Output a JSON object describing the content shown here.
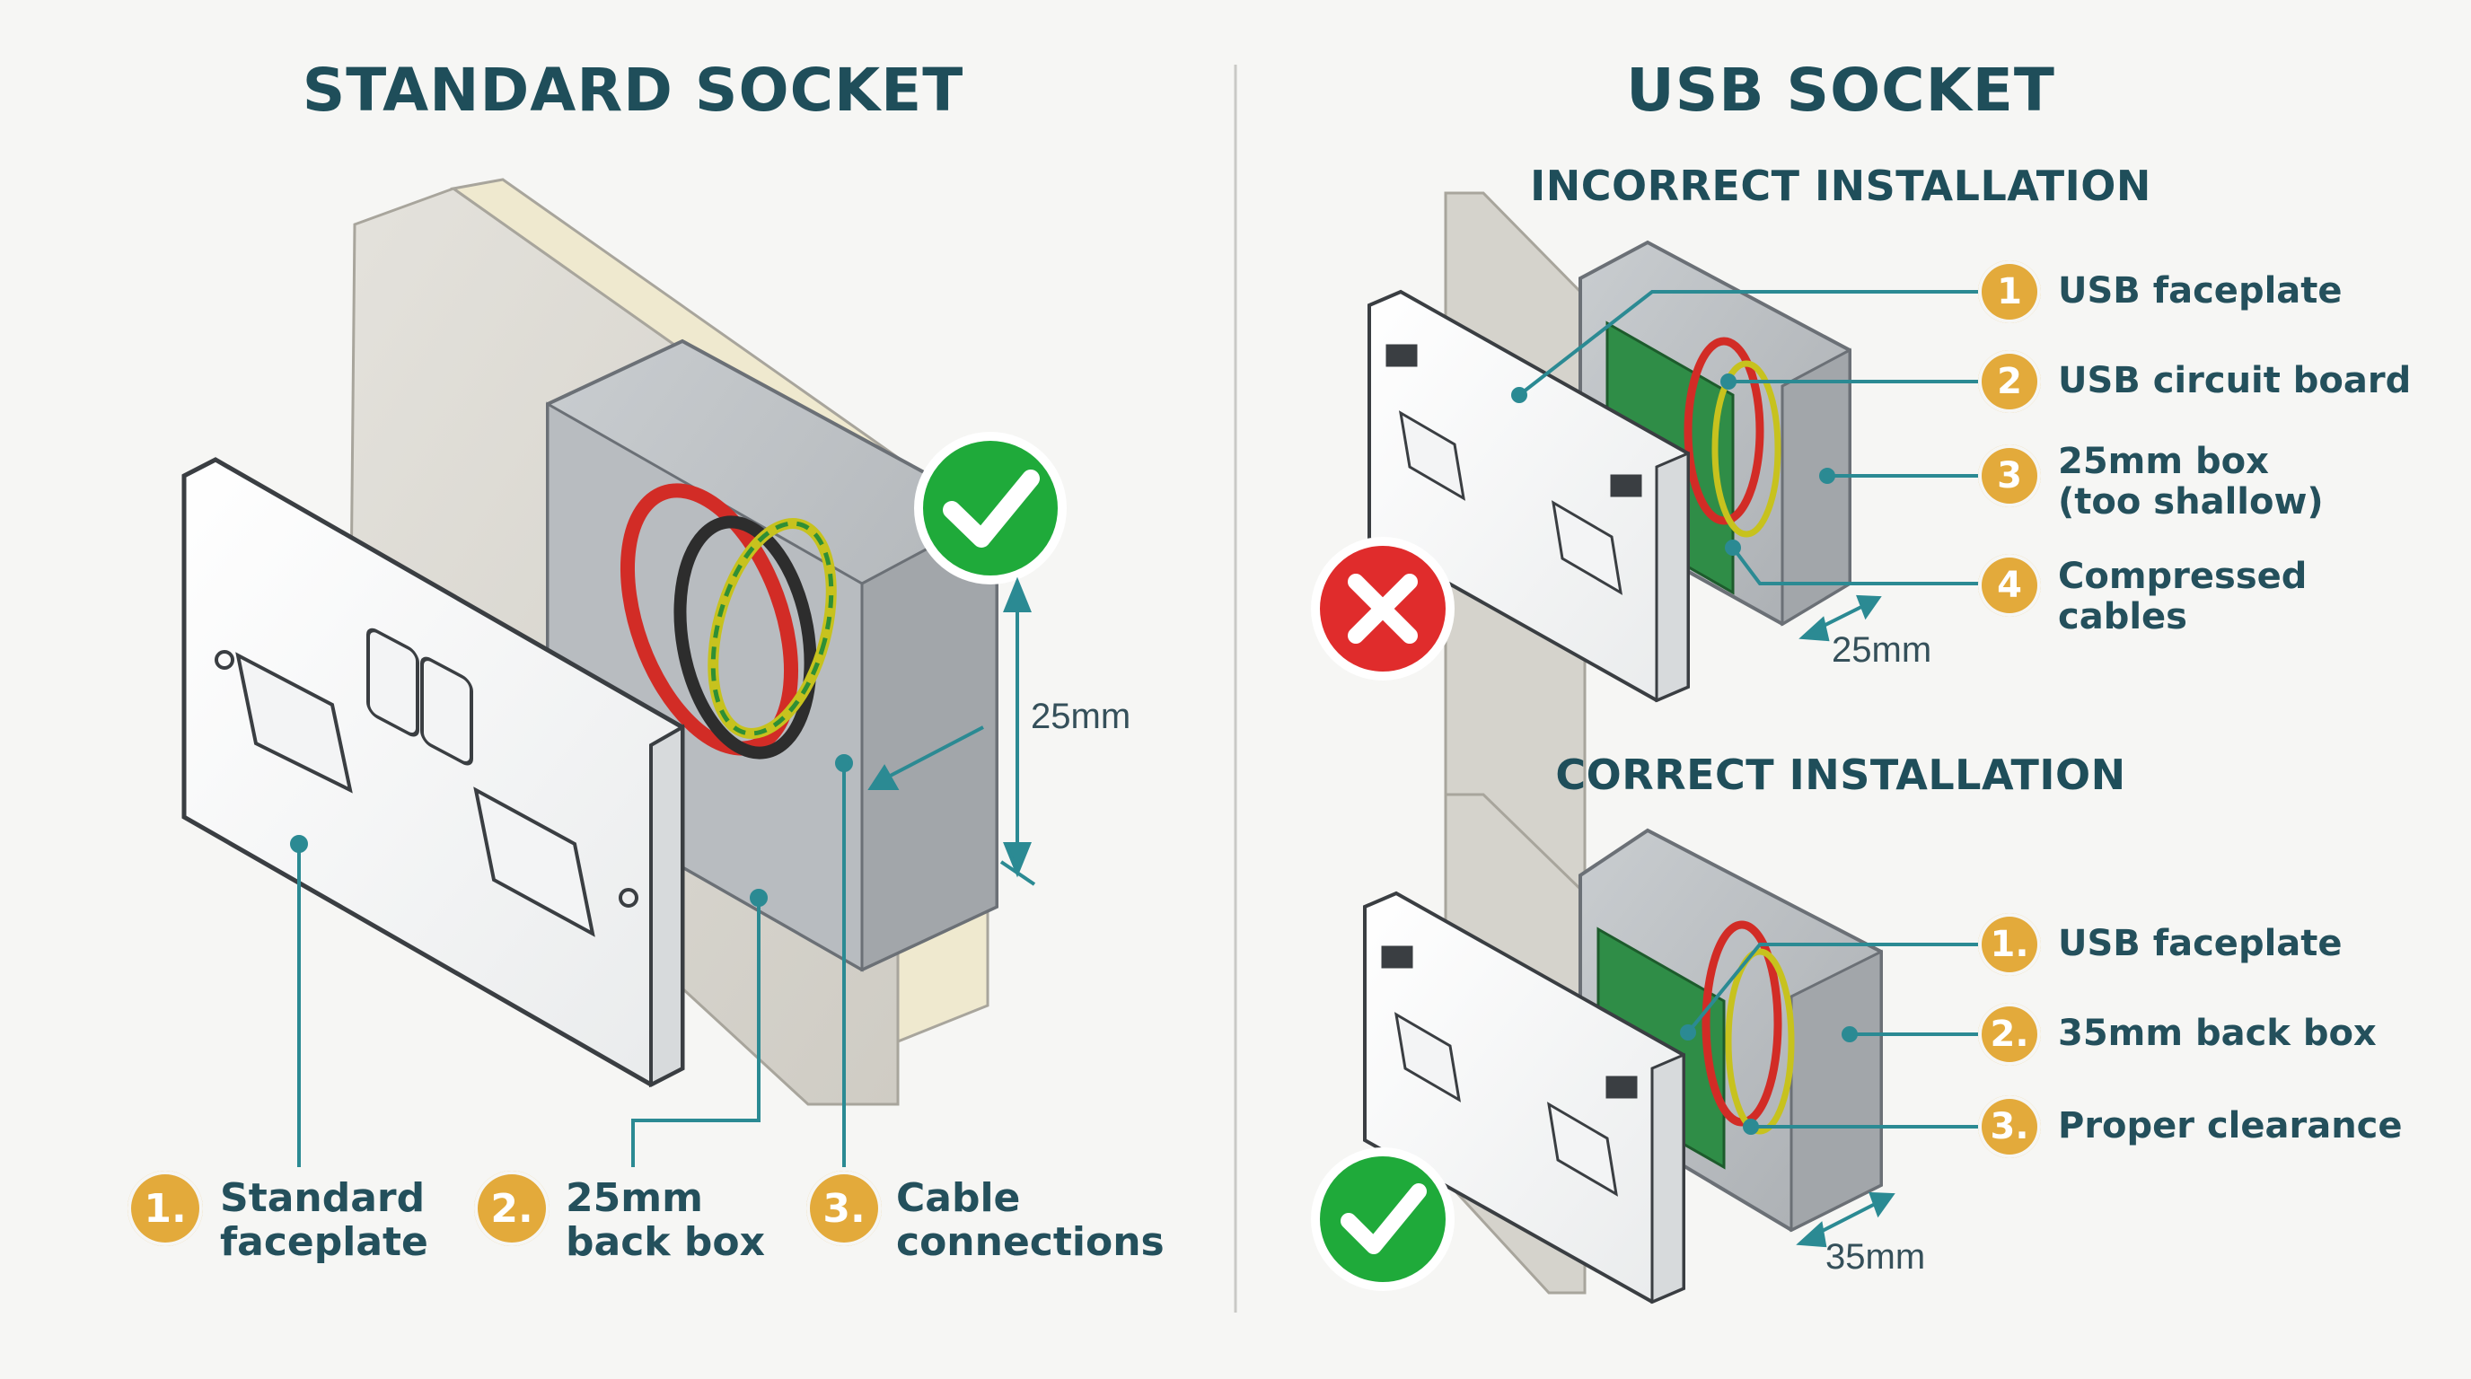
{
  "left": {
    "title": "STANDARD SOCKET",
    "dimension": "25mm",
    "status_icon": "check-icon",
    "labels": [
      {
        "number": "1.",
        "text_line1": "Standard",
        "text_line2": "faceplate"
      },
      {
        "number": "2.",
        "text_line1": "25mm",
        "text_line2": "back box"
      },
      {
        "number": "3.",
        "text_line1": "Cable",
        "text_line2": "connections"
      }
    ]
  },
  "right": {
    "title": "USB SOCKET",
    "incorrect": {
      "heading": "INCORRECT INSTALLATION",
      "dimension": "25mm",
      "status_icon": "cross-icon",
      "labels": [
        {
          "number": "1",
          "text_line1": "USB faceplate",
          "text_line2": ""
        },
        {
          "number": "2",
          "text_line1": "USB circuit board",
          "text_line2": ""
        },
        {
          "number": "3",
          "text_line1": "25mm box",
          "text_line2": "(too shallow)"
        },
        {
          "number": "4",
          "text_line1": "Compressed",
          "text_line2": "cables"
        }
      ]
    },
    "correct": {
      "heading": "CORRECT INSTALLATION",
      "dimension": "35mm",
      "status_icon": "check-icon",
      "labels": [
        {
          "number": "1.",
          "text_line1": "USB faceplate",
          "text_line2": ""
        },
        {
          "number": "2.",
          "text_line1": "35mm back box",
          "text_line2": ""
        },
        {
          "number": "3.",
          "text_line1": "Proper clearance",
          "text_line2": ""
        }
      ]
    }
  },
  "colors": {
    "title": "#1f4e5a",
    "badge": "#e3aa3b",
    "leader": "#2b8a93",
    "ok": "#1faa3a",
    "bad": "#e02c2c"
  }
}
